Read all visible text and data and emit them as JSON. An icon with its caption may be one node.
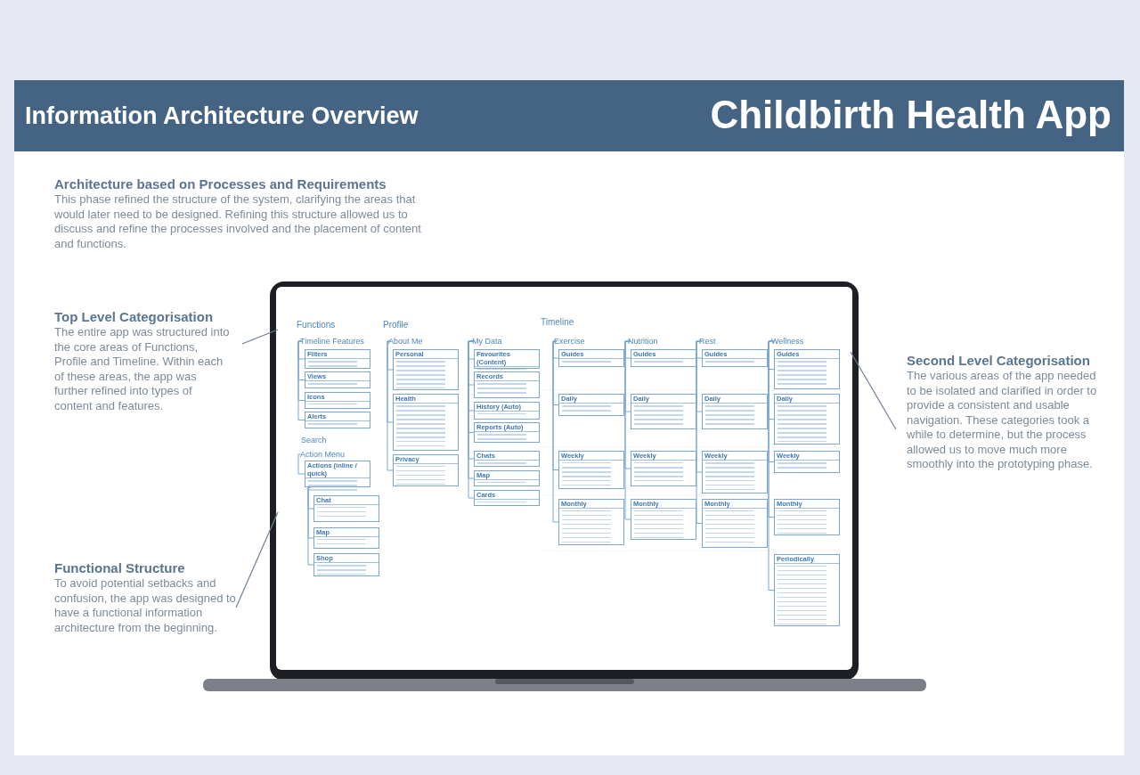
{
  "diagram": {
    "nodes": [
      {
        "text": [
          "Information Architecture Overview",
          "Childbirth Health App"
        ]
      },
      {
        "text": [
          "Top Level Categorisation",
          "The entire app was structured into the core areas of Functions, Profile and Timeline. Within each of these areas, the app was further refined into types of content and features."
        ]
      },
      {
        "text": [
          "Functional Structure",
          "To avoid potential setbacks and confusion, the app was designed to have a functional information architecture from the beginning."
        ]
      },
      {
        "text": [
          "Second Level Categorisation",
          "The various areas of the app needed to be isolated and clarified in order to provide a consistent and usable navigation. These categories took a while to determine, but the process allowed us to move much more smoothly into the prototyping phase."
        ]
      },
      {
        "text": [],
        "shape": "picture"
      },
      {
        "text": [
          "Filters"
        ],
        "in": 4
      },
      {
        "text": [
          "Views"
        ],
        "in": 4
      },
      {
        "text": [
          "Icons"
        ],
        "in": 4
      },
      {
        "text": [
          "Alerts"
        ],
        "in": 4
      },
      {
        "text": [
          "Actions (inline / quick)"
        ],
        "in": 4
      },
      {
        "text": [
          "Chat"
        ],
        "in": 4
      },
      {
        "text": [
          "Map"
        ],
        "in": 4
      },
      {
        "text": [
          "Shop"
        ],
        "in": 4
      },
      {
        "text": [
          "Personal"
        ],
        "in": 4
      },
      {
        "text": [
          "Health"
        ],
        "in": 4
      },
      {
        "text": [
          "Privacy"
        ],
        "in": 4
      },
      {
        "text": [
          "Favourites (Content)"
        ],
        "in": 4
      },
      {
        "text": [
          "Records"
        ],
        "in": 4
      },
      {
        "text": [
          "History (Auto)"
        ],
        "in": 4
      },
      {
        "text": [
          "Reports (Auto)"
        ],
        "in": 4
      },
      {
        "text": [
          "Chats"
        ],
        "in": 4
      },
      {
        "text": [
          "Map"
        ],
        "in": 4
      },
      {
        "text": [
          "Cards"
        ],
        "in": 4
      },
      {
        "text": [
          "Guides"
        ],
        "in": 4
      },
      {
        "text": [
          "Daily"
        ],
        "in": 4
      },
      {
        "text": [
          "Weekly"
        ],
        "in": 4
      },
      {
        "text": [
          "Monthly"
        ],
        "in": 4
      },
      {
        "text": [
          "Guides"
        ],
        "in": 4
      },
      {
        "text": [
          "Daily"
        ],
        "in": 4
      },
      {
        "text": [
          "Weekly"
        ],
        "in": 4
      },
      {
        "text": [
          "Monthly"
        ],
        "in": 4
      },
      {
        "text": [
          "Guides"
        ],
        "in": 4
      },
      {
        "text": [
          "Daily"
        ],
        "in": 4
      },
      {
        "text": [
          "Weekly"
        ],
        "in": 4
      },
      {
        "text": [
          "Monthly"
        ],
        "in": 4
      },
      {
        "text": [
          "Guides"
        ],
        "in": 4
      },
      {
        "text": [
          "Daily"
        ],
        "in": 4
      },
      {
        "text": [
          "Weekly"
        ],
        "in": 4
      },
      {
        "text": [
          "Monthly"
        ],
        "in": 4
      },
      {
        "text": [
          "Periodically"
        ],
        "in": 4
      },
      {
        "text": [
          "Timeline Features"
        ],
        "in": 4
      },
      {
        "text": [
          "Action Menu"
        ],
        "in": 4
      },
      {
        "text": [
          "About Me"
        ],
        "in": 4
      },
      {
        "text": [
          "My Data"
        ],
        "in": 4
      },
      {
        "text": [
          "Exercise"
        ],
        "in": 4
      },
      {
        "text": [
          "Nutrition"
        ],
        "in": 4
      },
      {
        "text": [
          "Rest"
        ],
        "in": 4
      },
      {
        "text": [
          "Wellness"
        ],
        "in": 4
      }
    ],
    "edges": [
      {
        "from": 1,
        "to": 4,
        "arrow": "none"
      },
      {
        "from": 2,
        "to": 4,
        "arrow": "none"
      },
      {
        "from": 3,
        "to": 4,
        "arrow": "none"
      },
      {
        "from": 40,
        "to": 5,
        "arrow": "none"
      },
      {
        "from": 40,
        "to": 6,
        "arrow": "none"
      },
      {
        "from": 40,
        "to": 7,
        "arrow": "none"
      },
      {
        "from": 40,
        "to": 8,
        "arrow": "none"
      },
      {
        "from": 41,
        "to": 9,
        "arrow": "none"
      },
      {
        "from": 9,
        "to": 10,
        "arrow": "none"
      },
      {
        "from": 9,
        "to": 11,
        "arrow": "none"
      },
      {
        "from": 9,
        "to": 12,
        "arrow": "none"
      },
      {
        "from": 42,
        "to": 13,
        "arrow": "none"
      },
      {
        "from": 42,
        "to": 14,
        "arrow": "none"
      },
      {
        "from": 42,
        "to": 15,
        "arrow": "none"
      },
      {
        "from": 43,
        "to": 16,
        "arrow": "none"
      },
      {
        "from": 43,
        "to": 17,
        "arrow": "none"
      },
      {
        "from": 43,
        "to": 18,
        "arrow": "none"
      },
      {
        "from": 43,
        "to": 19,
        "arrow": "none"
      },
      {
        "from": 43,
        "to": 20,
        "arrow": "none"
      },
      {
        "from": 43,
        "to": 21,
        "arrow": "none"
      },
      {
        "from": 43,
        "to": 22,
        "arrow": "none"
      },
      {
        "from": 44,
        "to": 23,
        "arrow": "none"
      },
      {
        "from": 44,
        "to": 24,
        "arrow": "none"
      },
      {
        "from": 44,
        "to": 25,
        "arrow": "none"
      },
      {
        "from": 44,
        "to": 26,
        "arrow": "none"
      },
      {
        "from": 45,
        "to": 27,
        "arrow": "none"
      },
      {
        "from": 45,
        "to": 28,
        "arrow": "none"
      },
      {
        "from": 45,
        "to": 29,
        "arrow": "none"
      },
      {
        "from": 45,
        "to": 30,
        "arrow": "none"
      },
      {
        "from": 46,
        "to": 31,
        "arrow": "none"
      },
      {
        "from": 46,
        "to": 32,
        "arrow": "none"
      },
      {
        "from": 46,
        "to": 33,
        "arrow": "none"
      },
      {
        "from": 46,
        "to": 34,
        "arrow": "none"
      },
      {
        "from": 47,
        "to": 35,
        "arrow": "none"
      },
      {
        "from": 47,
        "to": 36,
        "arrow": "none"
      },
      {
        "from": 47,
        "to": 37,
        "arrow": "none"
      },
      {
        "from": 47,
        "to": 38,
        "arrow": "none"
      },
      {
        "from": 47,
        "to": 39,
        "arrow": "none"
      }
    ],
    "labels": [
      "Architecture based on Processes and Requirements",
      "This phase refined the structure of the system, clarifying the areas that would later need to be designed. Refining this structure allowed us to discuss and refine the processes involved and the placement of content and functions.",
      "Functions",
      "Profile",
      "Timeline",
      "Search"
    ]
  }
}
